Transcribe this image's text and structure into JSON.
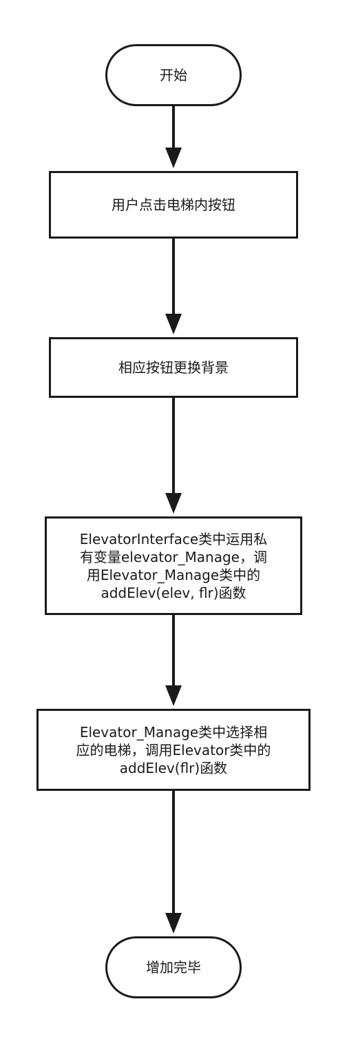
{
  "flowchart": {
    "start": {
      "label": "开始"
    },
    "steps": [
      {
        "label": "用户点击电梯内按钮"
      },
      {
        "label": "相应按钮更换背景"
      },
      {
        "lines": [
          "ElevatorInterface类中运用私",
          "有变量elevator_Manage，调",
          "用Elevator_Manage类中的",
          "addElev(elev, flr)函数"
        ]
      },
      {
        "lines": [
          "Elevator_Manage类中选择相",
          "应的电梯，调用Elevator类中的",
          "addElev(flr)函数"
        ]
      }
    ],
    "end": {
      "label": "增加完毕"
    }
  },
  "colors": {
    "stroke": "#1a1a1a",
    "fill": "#ffffff"
  }
}
